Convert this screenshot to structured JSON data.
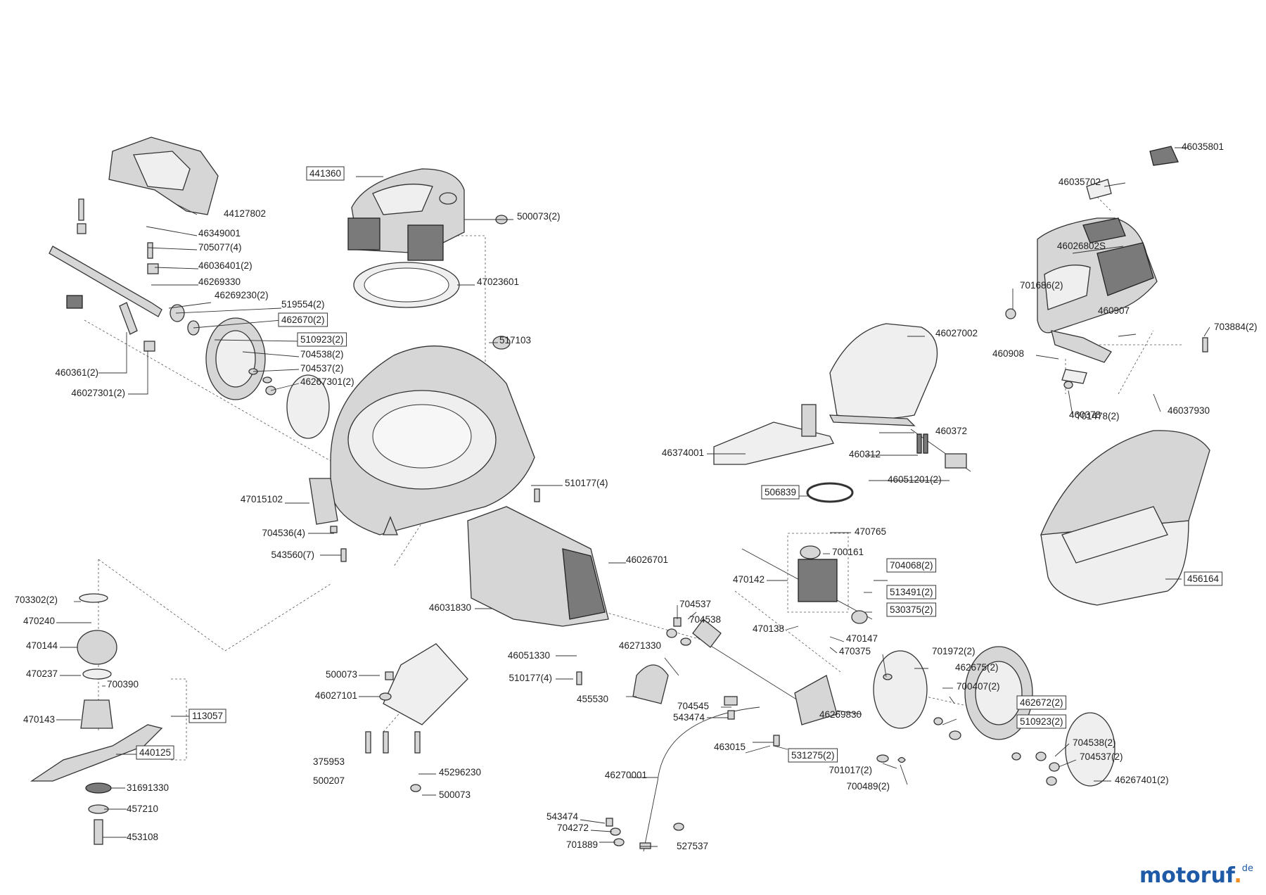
{
  "labels": [
    "441360",
    "44127802",
    "46349001",
    "705077(4)",
    "46036401(2)",
    "46269330",
    "46269230(2)",
    "519554(2)",
    "462670(2)",
    "510923(2)",
    "460361(2)",
    "46027301(2)",
    "704538(2)",
    "704537(2)",
    "46267301(2)",
    "500073(2)",
    "47023601",
    "517103",
    "47015102",
    "510177(4)",
    "704536(4)",
    "543560(7)",
    "703302(2)",
    "470240",
    "470144",
    "470237",
    "700390",
    "470143",
    "113057",
    "440125",
    "31691330",
    "457210",
    "453108",
    "46026701",
    "46031830",
    "46051330",
    "510177(4)",
    "500073",
    "46027101",
    "375953",
    "500207",
    "45296230",
    "500073",
    "704537",
    "704538",
    "46271330",
    "455530",
    "704545",
    "543474",
    "46269830",
    "463015",
    "531275(2)",
    "701017(2)",
    "700489(2)",
    "46270001",
    "543474",
    "704272",
    "701889",
    "527537",
    "46374001",
    "46027002",
    "460372",
    "460312",
    "46051201(2)",
    "506839",
    "470765",
    "700161",
    "470142",
    "704068(2)",
    "513491(2)",
    "530375(2)",
    "470138",
    "470147",
    "470375",
    "701972(2)",
    "462675(2)",
    "700407(2)",
    "462672(2)",
    "510923(2)",
    "704538(2)",
    "704537(2)",
    "46267401(2)",
    "46035801",
    "46035702",
    "46026802S",
    "701686(2)",
    "460907",
    "703884(2)",
    "460908",
    "460378",
    "701478(2)",
    "46037930",
    "456164"
  ],
  "watermark": {
    "main": "motoruf",
    "dot": ".",
    "tld": "de"
  }
}
